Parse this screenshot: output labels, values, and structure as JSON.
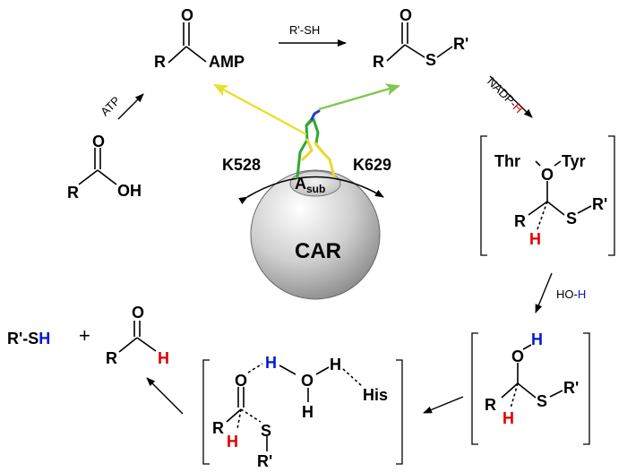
{
  "labels": {
    "r": "R",
    "o": "O",
    "oh": "OH",
    "amp": "AMP",
    "s": "S",
    "r_prime": "R'",
    "h": "H",
    "thr": "Thr",
    "tyr": "Tyr",
    "his": "His",
    "k528": "K528",
    "k629": "K629",
    "a": "A",
    "sub": "sub",
    "car": "CAR",
    "plus": "+",
    "r_prime_s": "R'-S",
    "r_prime_sh_h": "H"
  },
  "arrows": {
    "atp": "ATP",
    "r_prime_sh": "R'-SH",
    "nadp": "NADP-",
    "nadp_h": "H",
    "ho": "HO-",
    "ho_h": "H"
  },
  "colors": {
    "yellow": "#e8e030",
    "green": "#80c850",
    "red": "#e00000",
    "blue": "#0018d8"
  }
}
